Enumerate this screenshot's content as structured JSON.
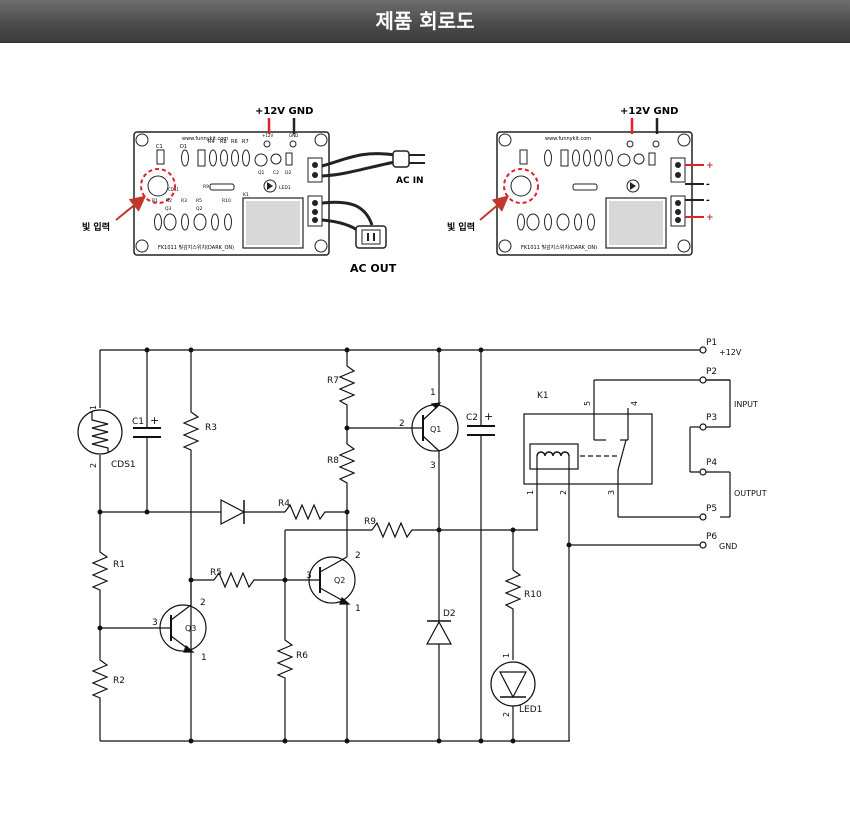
{
  "header": {
    "title": "제품 회로도"
  },
  "boards": {
    "left": {
      "power_label": "+12V GND",
      "input_label": "빛 입력",
      "ac_in": "AC IN",
      "ac_out": "AC OUT",
      "site": "www.funnykit.com",
      "model": "FK1011 빛감지스위치(DARK_ON)"
    },
    "right": {
      "power_label": "+12V GND",
      "input_label": "빛 입력",
      "site": "www.funnykit.com",
      "model": "FK1011 빛감지스위치(DARK_ON)"
    },
    "silk": {
      "c1": "C1",
      "d1": "D1",
      "r4": "R4",
      "r8": "R8",
      "r6": "R6",
      "r7": "R7",
      "q1": "Q1",
      "c2": "C2",
      "d2": "D2",
      "cds": "CDS1",
      "r9": "R9",
      "r10": "R10",
      "led1": "LED1",
      "r1": "R1",
      "r2": "R2",
      "r3": "R3",
      "r5": "R5",
      "q3": "Q3",
      "q2": "Q2",
      "k1": "K1",
      "v12": "+12V",
      "gnd": "GND"
    }
  },
  "schematic": {
    "components": {
      "cds1": "CDS1",
      "c1": "C1",
      "r3": "R3",
      "r1": "R1",
      "r2": "R2",
      "q3": "Q3",
      "r4": "R4",
      "r5": "R5",
      "r6": "R6",
      "r7": "R7",
      "r8": "R8",
      "r9": "R9",
      "q1": "Q1",
      "q2": "Q2",
      "c2": "C2",
      "d2": "D2",
      "r10": "R10",
      "led1": "LED1",
      "k1": "K1"
    },
    "pins": {
      "cds_1": "1",
      "cds_2": "2",
      "q1_1": "1",
      "q1_2": "2",
      "q1_3": "3",
      "q2_1": "1",
      "q2_2": "2",
      "q2_3": "3",
      "q3_1": "1",
      "q3_2": "2",
      "q3_3": "3",
      "led_1": "1",
      "led_2": "2",
      "k1_5": "5",
      "k1_4": "4",
      "k1_1": "1",
      "k1_2": "2",
      "k1_3": "3",
      "plus": "+"
    },
    "ports": {
      "p1": "P1",
      "p1_label": "+12V",
      "p2": "P2",
      "p3": "P3",
      "input_label": "INPUT",
      "p4": "P4",
      "p5": "P5",
      "output_label": "OUTPUT",
      "p6": "P6",
      "p6_label": "GND"
    }
  }
}
